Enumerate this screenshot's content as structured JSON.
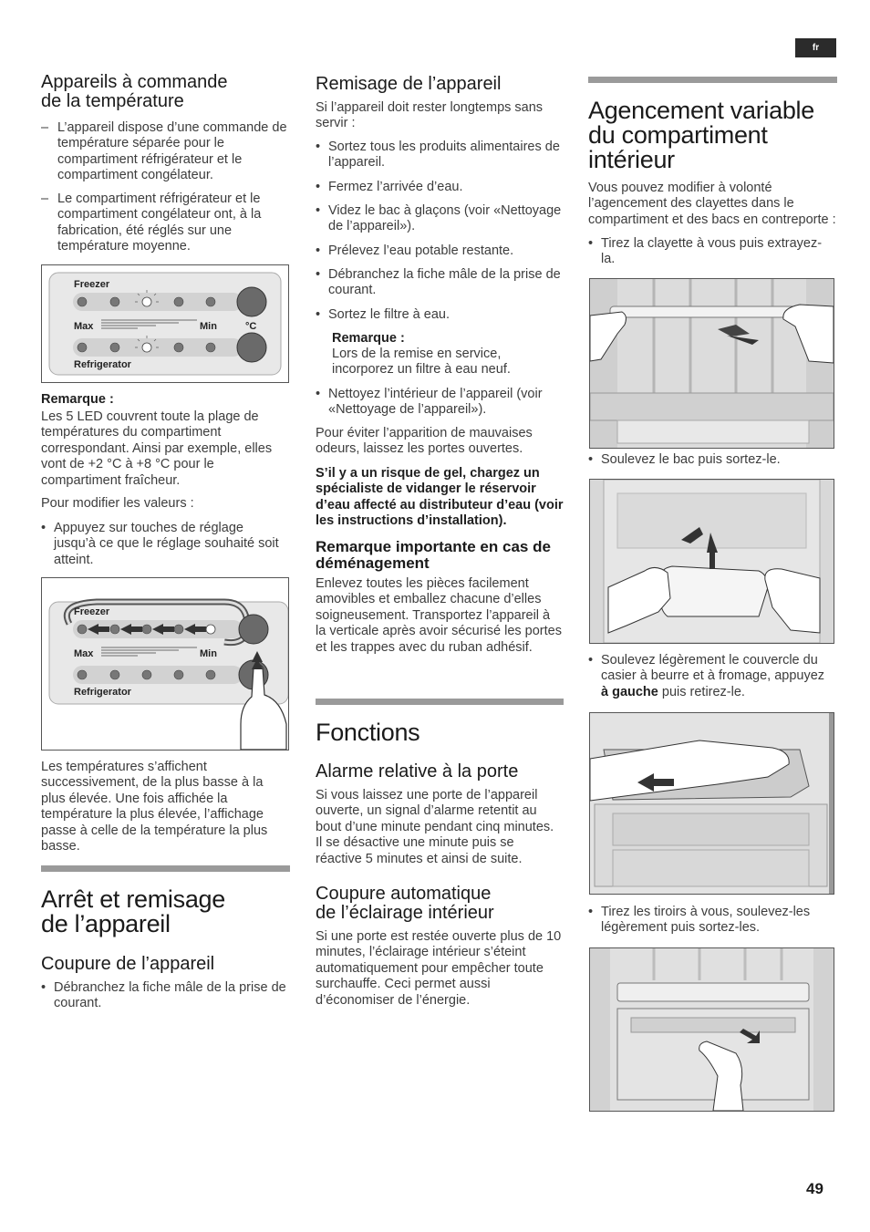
{
  "lang_tag": "fr",
  "page_number": "49",
  "col1": {
    "heading_temp_line1": "Appareils à commande",
    "heading_temp_line2": "de la température",
    "dash1": "L’appareil dispose d’une commande de température séparée pour le compartiment réfrigérateur et le compartiment congélateur.",
    "dash2": "Le compartiment réfrigérateur et le compartiment congélateur ont, à la fabrication, été réglés sur une température moyenne.",
    "panel": {
      "freezer": "Freezer",
      "refrigerator": "Refrigerator",
      "max": "Max",
      "min": "Min",
      "unit": "°C"
    },
    "note_title": "Remarque :",
    "note_text": "Les 5 LED couvrent toute la plage de températures du compartiment correspondant. Ainsi par exemple, elles vont de +2 °C à +8 °C pour le compartiment fraîcheur.",
    "modify_intro": "Pour modifier les valeurs :",
    "modify_bullet": "Appuyez sur touches de réglage jusqu’à ce que le réglage souhaité soit atteint.",
    "temps_text": "Les températures s’affichent successivement, de la plus basse à la plus élevée. Une fois affichée la température la plus élevée, l’affichage passe à celle de la température la plus basse.",
    "heading_arret_line1": "Arrêt et remisage",
    "heading_arret_line2": "de l’appareil",
    "heading_coupure": "Coupure de l’appareil",
    "coupure_bullet": "Débranchez la fiche mâle de la prise de courant."
  },
  "col2": {
    "heading_remisage": "Remisage de l’appareil",
    "intro": "Si l’appareil doit rester longtemps sans servir :",
    "bullets": [
      "Sortez tous les produits alimentaires de l’appareil.",
      "Fermez l’arrivée d’eau.",
      "Videz le bac à glaçons (voir «Nettoyage de l’appareil»).",
      "Prélevez l’eau potable restante.",
      "Débranchez la fiche mâle de la prise de courant.",
      "Sortez le filtre à eau."
    ],
    "note_title": "Remarque :",
    "note_text": "Lors de la remise en service, incorporez un filtre à eau neuf.",
    "bullet_clean": "Nettoyez l’intérieur de l’appareil (voir «Nettoyage de l’appareil»).",
    "odeurs": "Pour éviter l’apparition de mauvaises odeurs, laissez les portes ouvertes.",
    "gel_warning": "S’il y a un risque de gel, chargez un spécialiste de vidanger le réservoir d’eau affecté au distributeur d’eau (voir les instructions d’installation).",
    "heading_demenagement": "Remarque importante en cas de déménagement",
    "demenagement_text": "Enlevez toutes les pièces facilement amovibles et emballez chacune d’elles soigneusement. Transportez l’appareil à la verticale après avoir sécurisé les portes et les trappes avec du ruban adhésif.",
    "heading_fonctions": "Fonctions",
    "heading_alarme": "Alarme relative à la porte",
    "alarme_text": "Si vous laissez une porte de l’appareil ouverte, un signal d’alarme retentit au bout d’une minute pendant cinq minutes. Il se désactive une minute puis se réactive 5 minutes et ainsi de suite.",
    "heading_eclairage_line1": "Coupure automatique",
    "heading_eclairage_line2": "de l’éclairage intérieur",
    "eclairage_text": "Si une porte est restée ouverte plus de 10 minutes, l’éclairage intérieur s’éteint automatiquement pour empêcher toute surchauffe. Ceci permet aussi d’économiser de l’énergie."
  },
  "col3": {
    "heading_line1": "Agencement variable",
    "heading_line2": "du compartiment",
    "heading_line3": "intérieur",
    "intro": "Vous pouvez modifier à volonté l’agencement des clayettes dans le compartiment et des bacs en contreporte :",
    "bullet1": "Tirez la clayette à vous puis extrayez-la.",
    "bullet2": "Soulevez le bac puis sortez-le.",
    "bullet3_pre": "Soulevez légèrement le couvercle du casier à beurre et à fromage, appuyez ",
    "bullet3_bold": "à gauche",
    "bullet3_post": " puis retirez-le.",
    "bullet4": "Tirez les tiroirs à vous, soulevez-les légèrement puis sortez-les."
  }
}
